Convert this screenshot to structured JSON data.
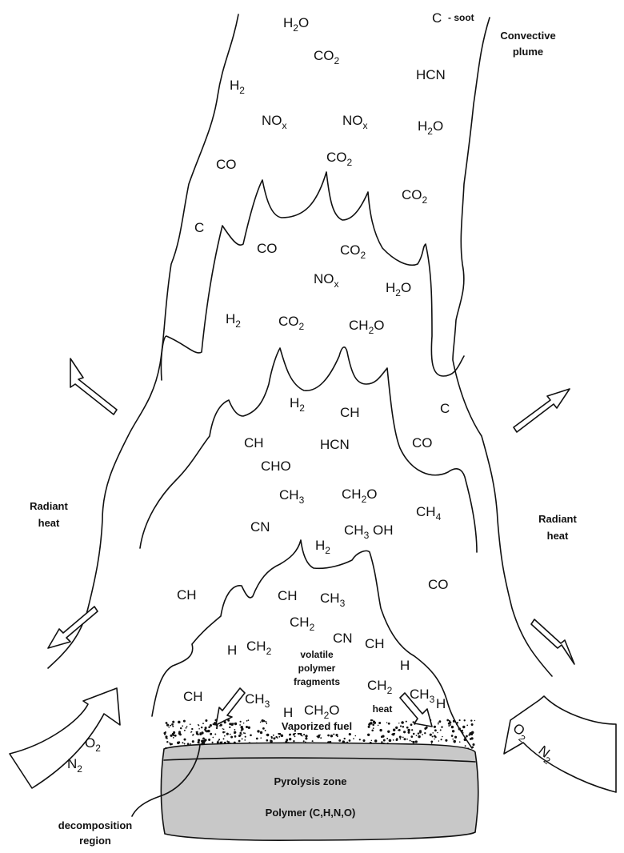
{
  "labels": {
    "soot": "- soot",
    "convective_line1": "Convective",
    "convective_line2": "plume",
    "radiant_left_1": "Radiant",
    "radiant_left_2": "heat",
    "radiant_right_1": "Radiant",
    "radiant_right_2": "heat",
    "volatile_1": "volatile",
    "volatile_2": "polymer",
    "volatile_3": "fragments",
    "heat": "heat",
    "vaporized_fuel": "Vaporized fuel",
    "pyrolysis_zone": "Pyrolysis zone",
    "polymer": "Polymer (C,H,N,O)",
    "decomposition_1": "decomposition",
    "decomposition_2": "region"
  },
  "species": [
    {
      "base": "H",
      "sub": "2",
      "tail": "O"
    },
    {
      "base": "C",
      "sub": "",
      "tail": ""
    },
    {
      "base": "CO",
      "sub": "2",
      "tail": ""
    },
    {
      "base": "H",
      "sub": "2",
      "tail": ""
    },
    {
      "base": "HCN",
      "sub": "",
      "tail": ""
    },
    {
      "base": "NO",
      "sub": "x",
      "tail": ""
    },
    {
      "base": "NO",
      "sub": "x",
      "tail": ""
    },
    {
      "base": "H",
      "sub": "2",
      "tail": "O"
    },
    {
      "base": "CO",
      "sub": "",
      "tail": ""
    },
    {
      "base": "CO",
      "sub": "2",
      "tail": ""
    },
    {
      "base": "CO",
      "sub": "2",
      "tail": ""
    },
    {
      "base": "C",
      "sub": "",
      "tail": ""
    },
    {
      "base": "CO",
      "sub": "",
      "tail": ""
    },
    {
      "base": "CO",
      "sub": "2",
      "tail": ""
    },
    {
      "base": "NO",
      "sub": "x",
      "tail": ""
    },
    {
      "base": "H",
      "sub": "2",
      "tail": "O"
    },
    {
      "base": "H",
      "sub": "2",
      "tail": ""
    },
    {
      "base": "CO",
      "sub": "2",
      "tail": ""
    },
    {
      "base": "CH",
      "sub": "2",
      "tail": "O"
    },
    {
      "base": "H",
      "sub": "2",
      "tail": ""
    },
    {
      "base": "CH",
      "sub": "",
      "tail": ""
    },
    {
      "base": "C",
      "sub": "",
      "tail": ""
    },
    {
      "base": "CH",
      "sub": "",
      "tail": ""
    },
    {
      "base": "HCN",
      "sub": "",
      "tail": ""
    },
    {
      "base": "CO",
      "sub": "",
      "tail": ""
    },
    {
      "base": "CHO",
      "sub": "",
      "tail": ""
    },
    {
      "base": "CH",
      "sub": "3",
      "tail": ""
    },
    {
      "base": "CH",
      "sub": "2",
      "tail": "O"
    },
    {
      "base": "CN",
      "sub": "",
      "tail": ""
    },
    {
      "base": "CH",
      "sub": "3",
      "tail": " OH"
    },
    {
      "base": "CH",
      "sub": "4",
      "tail": ""
    },
    {
      "base": "H",
      "sub": "2",
      "tail": ""
    },
    {
      "base": "CH",
      "sub": "",
      "tail": ""
    },
    {
      "base": "CH",
      "sub": "",
      "tail": ""
    },
    {
      "base": "CH",
      "sub": "3",
      "tail": ""
    },
    {
      "base": "CO",
      "sub": "",
      "tail": ""
    },
    {
      "base": "CH",
      "sub": "2",
      "tail": ""
    },
    {
      "base": "CH",
      "sub": "2",
      "tail": ""
    },
    {
      "base": "CN",
      "sub": "",
      "tail": ""
    },
    {
      "base": "CH",
      "sub": "",
      "tail": ""
    },
    {
      "base": "H",
      "sub": "",
      "tail": ""
    },
    {
      "base": "H",
      "sub": "",
      "tail": ""
    },
    {
      "base": "CH",
      "sub": "3",
      "tail": ""
    },
    {
      "base": "CH",
      "sub": "2",
      "tail": ""
    },
    {
      "base": "CH",
      "sub": "3",
      "tail": ""
    },
    {
      "base": "CH",
      "sub": "",
      "tail": ""
    },
    {
      "base": "H",
      "sub": "",
      "tail": ""
    },
    {
      "base": "CH",
      "sub": "2",
      "tail": "O"
    },
    {
      "base": "H",
      "sub": "",
      "tail": ""
    }
  ],
  "inflow": {
    "left": [
      {
        "base": "O",
        "sub": "2"
      },
      {
        "base": "N",
        "sub": "2"
      }
    ],
    "right": [
      {
        "base": "O",
        "sub": "2"
      },
      {
        "base": "N",
        "sub": "2"
      }
    ]
  },
  "colors": {
    "ink": "#111111",
    "polymer_fill": "#c8c8c8",
    "background": "#ffffff"
  }
}
